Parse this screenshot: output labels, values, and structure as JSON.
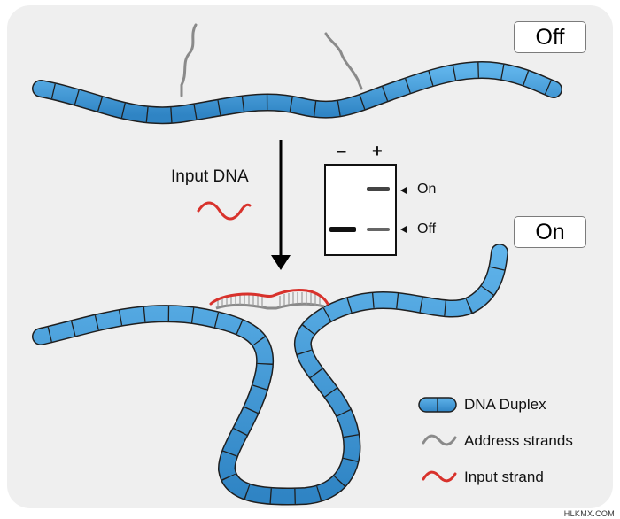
{
  "states": {
    "off": "Off",
    "on": "On"
  },
  "input_label": "Input DNA",
  "gel": {
    "lanes": [
      "–",
      "+"
    ],
    "band_labels": {
      "on": "On",
      "off": "Off"
    }
  },
  "legend": {
    "items": [
      {
        "label": "DNA Duplex",
        "icon": "dna-duplex-icon"
      },
      {
        "label": "Address strands",
        "icon": "address-strand-icon"
      },
      {
        "label": "Input strand",
        "icon": "input-strand-icon"
      }
    ]
  },
  "colors": {
    "duplex_fill": "#3f96d6",
    "duplex_stroke": "#1f1f1f",
    "address_strand": "#8a8a8a",
    "input_strand": "#d8322c",
    "panel_bg": "#efefef"
  },
  "watermark": "HLKMX.COM"
}
